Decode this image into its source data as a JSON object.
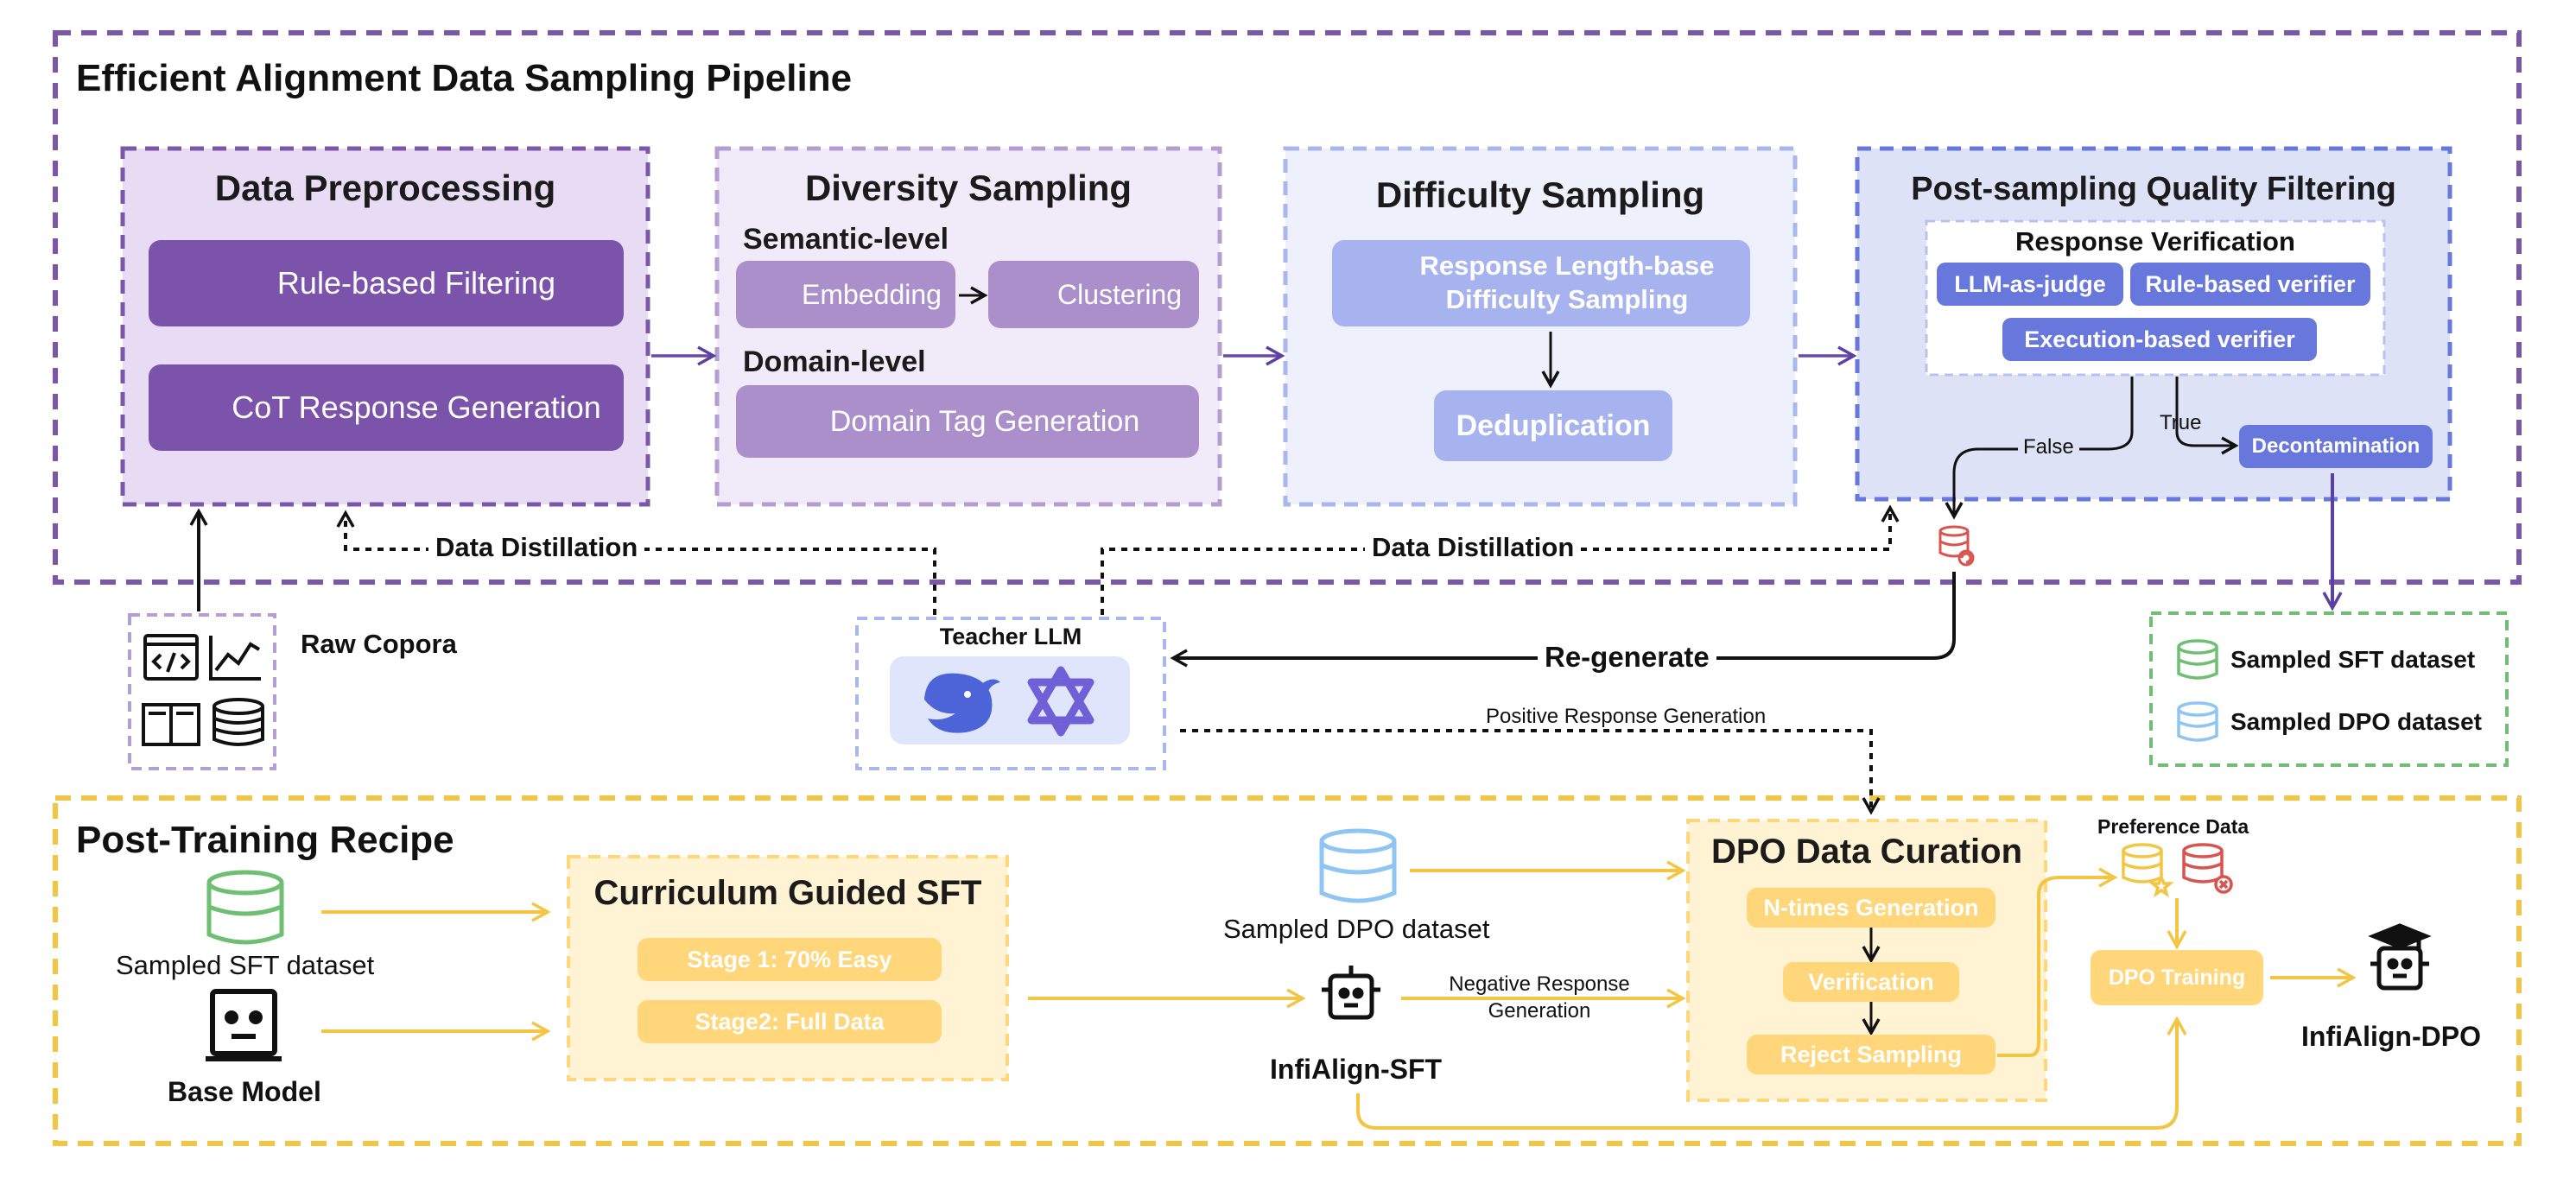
{
  "pipeline": {
    "title": "Efficient Alignment Data Sampling Pipeline",
    "preprocessing": {
      "title": "Data Preprocessing",
      "rule_filter": "Rule-based Filtering",
      "cot": "CoT Response Generation"
    },
    "diversity": {
      "title": "Diversity Sampling",
      "semantic_level": "Semantic-level",
      "embedding": "Embedding",
      "clustering": "Clustering",
      "domain_level": "Domain-level",
      "domain_tag": "Domain Tag Generation"
    },
    "difficulty": {
      "title": "Difficulty Sampling",
      "length_line1": "Response Length-base",
      "length_line2": "Difficulty Sampling",
      "dedup": "Deduplication"
    },
    "quality": {
      "title": "Post-sampling Quality Filtering",
      "verification": "Response Verification",
      "llm_judge": "LLM-as-judge",
      "rule_verifier": "Rule-based verifier",
      "exec_verifier": "Execution-based verifier",
      "false_label": "False",
      "true_label": "True",
      "decontamination": "Decontamination"
    },
    "distill_left": "Data Distillation",
    "distill_right": "Data Distillation"
  },
  "middle": {
    "raw_corpora": "Raw Copora",
    "teacher_llm": "Teacher LLM",
    "regenerate": "Re-generate",
    "positive_gen": "Positive Response Generation",
    "legend": {
      "sft": "Sampled SFT dataset",
      "dpo": "Sampled DPO dataset"
    }
  },
  "recipe": {
    "title": "Post-Training Recipe",
    "sampled_sft": "Sampled SFT dataset",
    "base_model": "Base Model",
    "curriculum": {
      "title": "Curriculum Guided SFT",
      "stage1": "Stage 1: 70% Easy",
      "stage2": "Stage2: Full Data"
    },
    "sampled_dpo": "Sampled DPO dataset",
    "negative_line1": "Negative Response",
    "negative_line2": "Generation",
    "sft_model": "InfiAlign-SFT",
    "dpo_curation": {
      "title": "DPO Data Curation",
      "ntimes": "N-times Generation",
      "verification": "Verification",
      "reject": "Reject Sampling"
    },
    "preference_data": "Preference Data",
    "dpo_training": "DPO Training",
    "dpo_model": "InfiAlign-DPO"
  },
  "colors": {
    "purple_border": "#7a57a8",
    "purple_dark": "#7c53ab",
    "lavender": "#ab8fca",
    "blue_pill": "#a6b3ef",
    "indigo": "#6877dc",
    "yellow_border": "#f4c542",
    "yellow_pill": "#ffd67a",
    "green_border": "#6fbf72",
    "red_icon": "#d9534f"
  }
}
